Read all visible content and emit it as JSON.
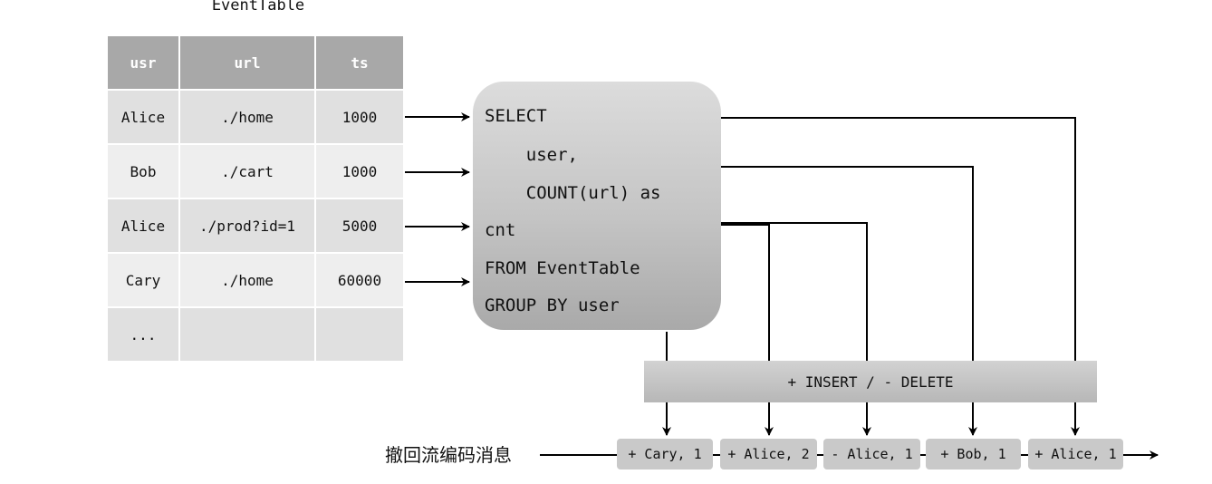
{
  "table": {
    "title": "EventTable",
    "headers": [
      "usr",
      "url",
      "ts"
    ],
    "rows": [
      [
        "Alice",
        "./home",
        "1000"
      ],
      [
        "Bob",
        "./cart",
        "1000"
      ],
      [
        "Alice",
        "./prod?id=1",
        "5000"
      ],
      [
        "Cary",
        "./home",
        "60000"
      ],
      [
        "...",
        "",
        ""
      ]
    ]
  },
  "query": {
    "lines": [
      "SELECT",
      "    user,",
      "    COUNT(url) as",
      "cnt",
      "FROM EventTable",
      "GROUP BY user"
    ]
  },
  "operations_label": "+ INSERT / - DELETE",
  "stream": {
    "label": "撤回流编码消息",
    "messages": [
      "+ Cary, 1",
      "+ Alice, 2",
      "- Alice, 1",
      "+ Bob, 1",
      "+ Alice, 1"
    ]
  }
}
